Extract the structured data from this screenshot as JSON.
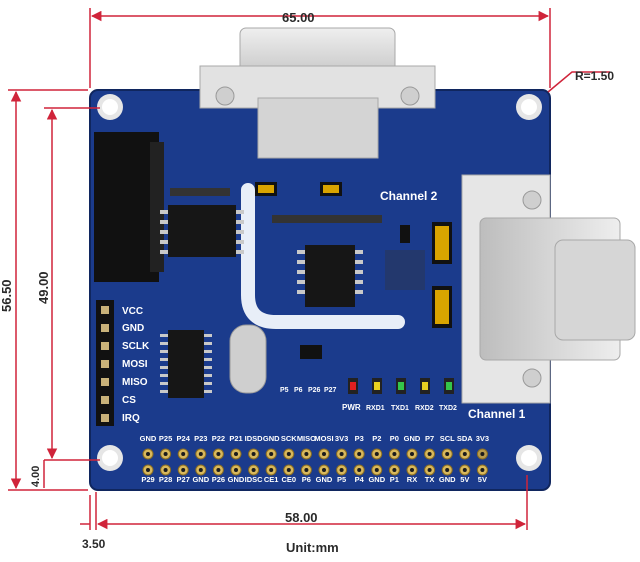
{
  "dimensions": {
    "width_top": "65.00",
    "width_bottom": "58.00",
    "height_outer": "56.50",
    "height_inner": "49.00",
    "offset_bottom": "4.00",
    "offset_left": "3.50",
    "corner_radius": "R=1.50",
    "unit": "Unit:mm"
  },
  "labels": {
    "channel_1": "Channel 1",
    "channel_2": "Channel 2"
  },
  "side_pins": [
    "VCC",
    "GND",
    "SCLK",
    "MOSI",
    "MISO",
    "CS",
    "IRQ"
  ],
  "leds": [
    "PWR",
    "RXD1",
    "TXD1",
    "RXD2",
    "TXD2"
  ],
  "jumper_labels": [
    "P5",
    "P6",
    "P26",
    "P27"
  ],
  "header_top": [
    "GND",
    "P25",
    "P24",
    "P23",
    "P22",
    "P21",
    "IDSD",
    "GND",
    "SCK",
    "MISO",
    "MOSI",
    "3V3",
    "P3",
    "P2",
    "P0",
    "GND",
    "P7",
    "SCL",
    "SDA",
    "3V3"
  ],
  "header_bottom": [
    "P29",
    "P28",
    "P27",
    "GND",
    "P26",
    "GND",
    "IDSC",
    "CE1",
    "CE0",
    "P6",
    "GND",
    "P5",
    "P4",
    "GND",
    "P1",
    "RX",
    "TX",
    "GND",
    "5V",
    "5V"
  ],
  "colors": {
    "pcb": "#1b3b8c",
    "dimension_line": "#d0243a",
    "silkscreen": "#ffffff",
    "connector": "#d8d8d8"
  }
}
